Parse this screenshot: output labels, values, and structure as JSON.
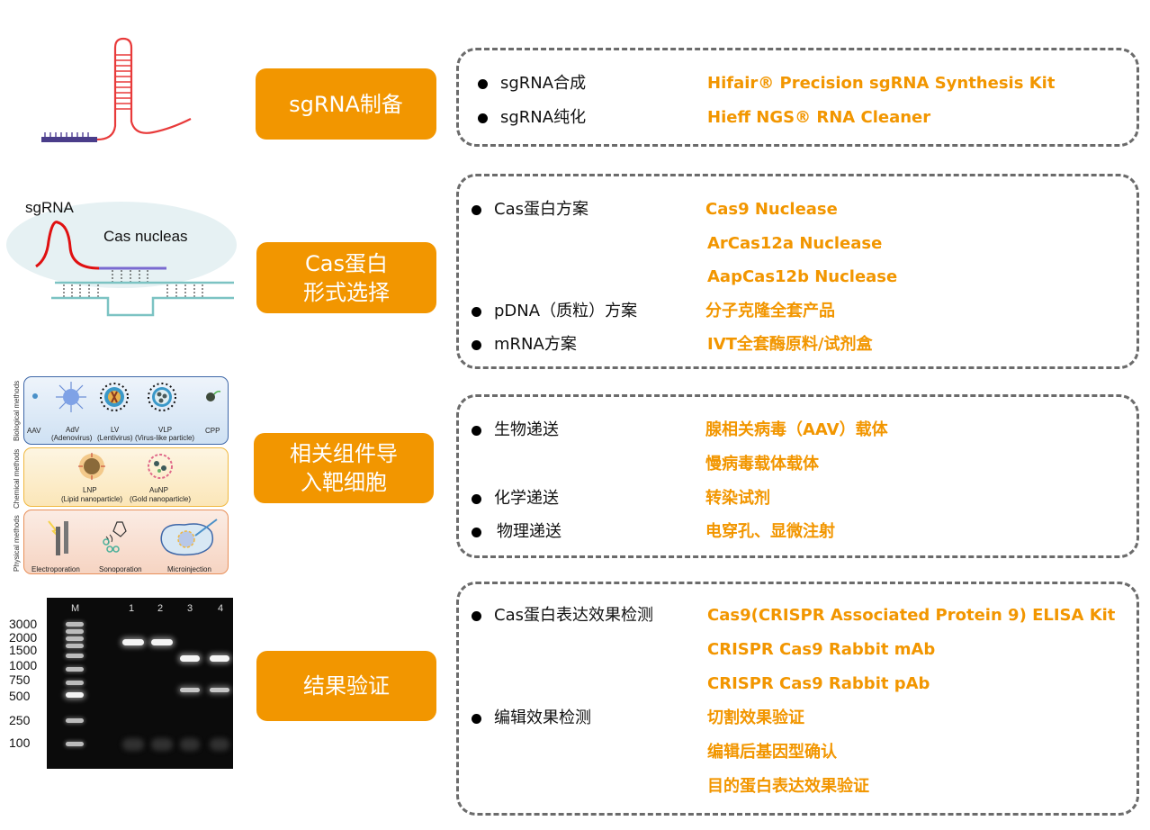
{
  "stages": [
    {
      "title": "sgRNA制备",
      "items": [
        {
          "label": "sgRNA合成",
          "products": [
            "Hifair® Precision sgRNA Synthesis Kit"
          ]
        },
        {
          "label": "sgRNA纯化",
          "products": [
            "Hieff NGS® RNA Cleaner"
          ]
        }
      ]
    },
    {
      "title": "Cas蛋白\n形式选择",
      "items": [
        {
          "label": "Cas蛋白方案",
          "products": [
            "Cas9 Nuclease",
            "ArCas12a Nuclease",
            "AapCas12b Nuclease"
          ]
        },
        {
          "label": "pDNA（质粒）方案",
          "products": [
            "分子克隆全套产品"
          ]
        },
        {
          "label": "mRNA方案",
          "products": [
            "IVT全套酶原料/试剂盒"
          ]
        }
      ]
    },
    {
      "title": "相关组件导\n入靶细胞",
      "items": [
        {
          "label": "生物递送",
          "products": [
            "腺相关病毒（AAV）载体",
            "慢病毒载体载体"
          ]
        },
        {
          "label": "化学递送",
          "products": [
            "转染试剂"
          ]
        },
        {
          "label": "物理递送",
          "products": [
            "电穿孔、显微注射"
          ]
        }
      ]
    },
    {
      "title": "结果验证",
      "items": [
        {
          "label": "Cas蛋白表达效果检测",
          "products": [
            "Cas9(CRISPR Associated Protein 9) ELISA Kit",
            "CRISPR Cas9 Rabbit mAb",
            "CRISPR Cas9 Rabbit pAb"
          ]
        },
        {
          "label": "编辑效果检测",
          "products": [
            "切割效果验证",
            "编辑后基因型确认",
            "目的蛋白表达效果验证"
          ]
        }
      ]
    }
  ],
  "illustrations": {
    "cas": {
      "sgrna_label": "sgRNA",
      "protein_label": "Cas nucleas"
    },
    "delivery": {
      "biological": {
        "side_label": "Biological methods",
        "items": [
          {
            "name": "AAV",
            "sub": ""
          },
          {
            "name": "AdV",
            "sub": "(Adenovirus)"
          },
          {
            "name": "LV",
            "sub": "(Lentivirus)"
          },
          {
            "name": "VLP",
            "sub": "(Virus-like particle)"
          },
          {
            "name": "CPP",
            "sub": ""
          }
        ]
      },
      "chemical": {
        "side_label": "Chemical methods",
        "items": [
          {
            "name": "LNP",
            "sub": "(Lipid nanoparticle)"
          },
          {
            "name": "AuNP",
            "sub": "(Gold nanoparticle)"
          }
        ]
      },
      "physical": {
        "side_label": "Physical methods",
        "items": [
          {
            "name": "Electroporation"
          },
          {
            "name": "Sonoporation"
          },
          {
            "name": "Microinjection"
          }
        ]
      }
    },
    "gel": {
      "lanes": [
        "M",
        "1",
        "2",
        "3",
        "4"
      ],
      "markers": [
        "3000",
        "2000",
        "1500",
        "1000",
        "750",
        "500",
        "250",
        "100"
      ]
    }
  },
  "colors": {
    "accent": "#f29600",
    "border": "#6b6b6b",
    "text": "#111111"
  }
}
